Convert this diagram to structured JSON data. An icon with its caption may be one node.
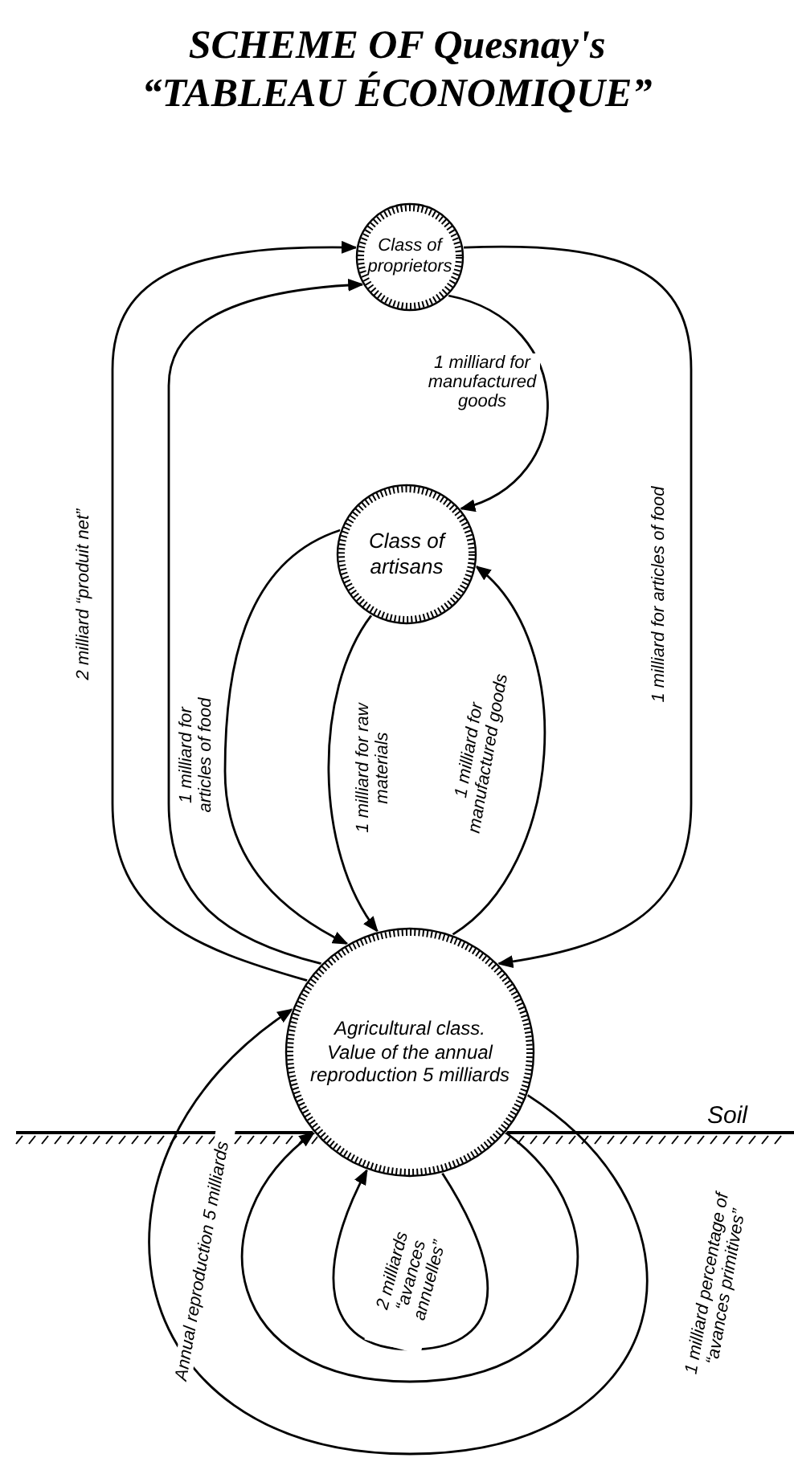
{
  "diagram": {
    "title": "SCHEME OF Quesnay's “TABLEAU ÉCONOMIQUE”",
    "nodes": [
      {
        "text": [
          "Class of proprietors"
        ]
      },
      {
        "text": [
          "Class of artisans"
        ]
      },
      {
        "text": [
          "Agricultural class.",
          "Value of the annual reproduction 5 milliards"
        ]
      }
    ],
    "edges": [
      {
        "from": 2,
        "to": 0,
        "arrow": "to",
        "label": "2 milliard “produit net”"
      },
      {
        "from": 0,
        "to": 2,
        "arrow": "to",
        "label": "1 milliard for articles of food"
      },
      {
        "from": 2,
        "to": 0,
        "arrow": "to"
      },
      {
        "from": 0,
        "to": 1,
        "arrow": "to",
        "label": "1 milliard for manufactured goods"
      },
      {
        "from": 1,
        "to": 2,
        "arrow": "to",
        "label": "1 milliard for articles of food"
      },
      {
        "from": 1,
        "to": 2,
        "arrow": "to",
        "label": "1 milliard for raw materials"
      },
      {
        "from": 2,
        "to": 1,
        "arrow": "to",
        "label": "1 milliard for manufactured goods"
      },
      {
        "from": 2,
        "to": 2,
        "arrow": "to",
        "label": "Annual reproduction 5 milliards"
      },
      {
        "from": 2,
        "to": 2,
        "arrow": "to",
        "label": "1 milliard percentage of “avances primitives”"
      },
      {
        "from": 2,
        "to": 2,
        "arrow": "to",
        "label": "2 milliards “avances annuelles”"
      }
    ],
    "labels": [
      "Soil"
    ]
  }
}
